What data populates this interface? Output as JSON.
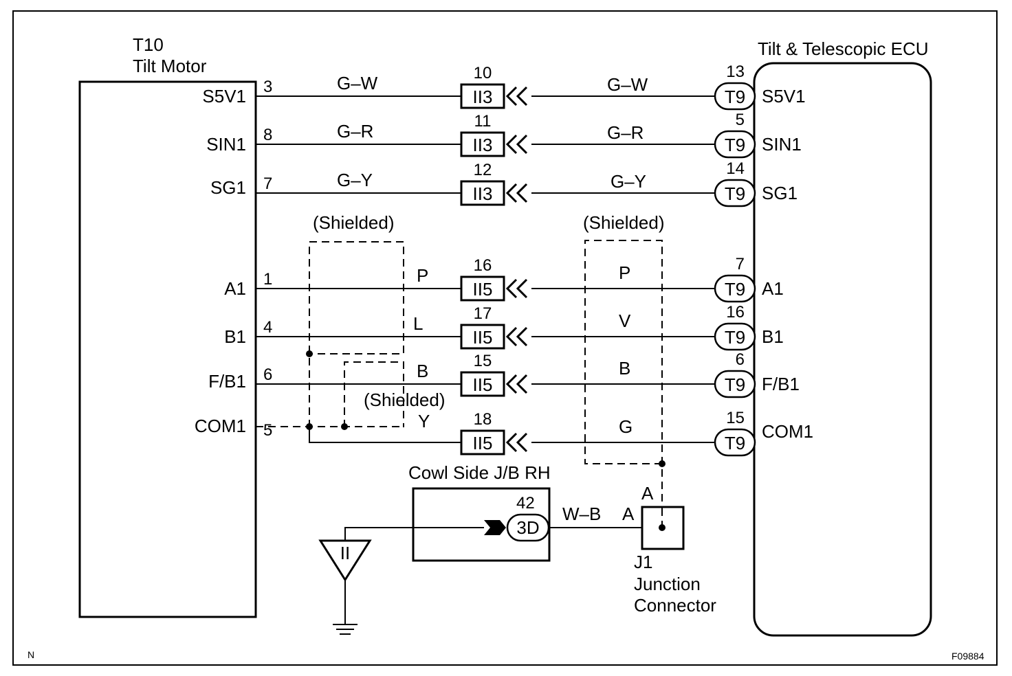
{
  "tilt_motor": {
    "code": "T10",
    "name": "Tilt Motor"
  },
  "ecu": {
    "name": "Tilt & Telescopic ECU"
  },
  "circuits": [
    {
      "motor_terminal": "S5V1",
      "motor_pin": "3",
      "wire_motor_side": "G–W",
      "junction_pin": "10",
      "junction_connector": "II3",
      "wire_ecu_side": "G–W",
      "ecu_pin": "13",
      "ecu_connector": "T9",
      "ecu_terminal": "S5V1"
    },
    {
      "motor_terminal": "SIN1",
      "motor_pin": "8",
      "wire_motor_side": "G–R",
      "junction_pin": "11",
      "junction_connector": "II3",
      "wire_ecu_side": "G–R",
      "ecu_pin": "5",
      "ecu_connector": "T9",
      "ecu_terminal": "SIN1"
    },
    {
      "motor_terminal": "SG1",
      "motor_pin": "7",
      "wire_motor_side": "G–Y",
      "junction_pin": "12",
      "junction_connector": "II3",
      "wire_ecu_side": "G–Y",
      "ecu_pin": "14",
      "ecu_connector": "T9",
      "ecu_terminal": "SG1"
    },
    {
      "motor_terminal": "A1",
      "motor_pin": "1",
      "wire_motor_side": "P",
      "junction_pin": "16",
      "junction_connector": "II5",
      "wire_ecu_side": "P",
      "ecu_pin": "7",
      "ecu_connector": "T9",
      "ecu_terminal": "A1"
    },
    {
      "motor_terminal": "B1",
      "motor_pin": "4",
      "wire_motor_side": "L",
      "junction_pin": "17",
      "junction_connector": "II5",
      "wire_ecu_side": "V",
      "ecu_pin": "16",
      "ecu_connector": "T9",
      "ecu_terminal": "B1"
    },
    {
      "motor_terminal": "F/B1",
      "motor_pin": "6",
      "wire_motor_side": "B",
      "junction_pin": "15",
      "junction_connector": "II5",
      "wire_ecu_side": "B",
      "ecu_pin": "6",
      "ecu_connector": "T9",
      "ecu_terminal": "F/B1"
    },
    {
      "motor_terminal": "COM1",
      "motor_pin": "5",
      "wire_motor_side": "Y",
      "junction_pin": "18",
      "junction_connector": "II5",
      "wire_ecu_side": "G",
      "ecu_pin": "15",
      "ecu_connector": "T9",
      "ecu_terminal": "COM1"
    }
  ],
  "shield_labels": [
    "(Shielded)",
    "(Shielded)",
    "(Shielded)"
  ],
  "cowl_jb": {
    "name": "Cowl Side J/B RH",
    "pin": "42",
    "connector": "3D"
  },
  "ground_wire": "W–B",
  "junction": {
    "pin_top": "A",
    "pin_side": "A",
    "code": "J1",
    "line1": "Junction",
    "line2": "Connector"
  },
  "ground_point": "II",
  "corner_left": "N",
  "figure_id": "F09884"
}
